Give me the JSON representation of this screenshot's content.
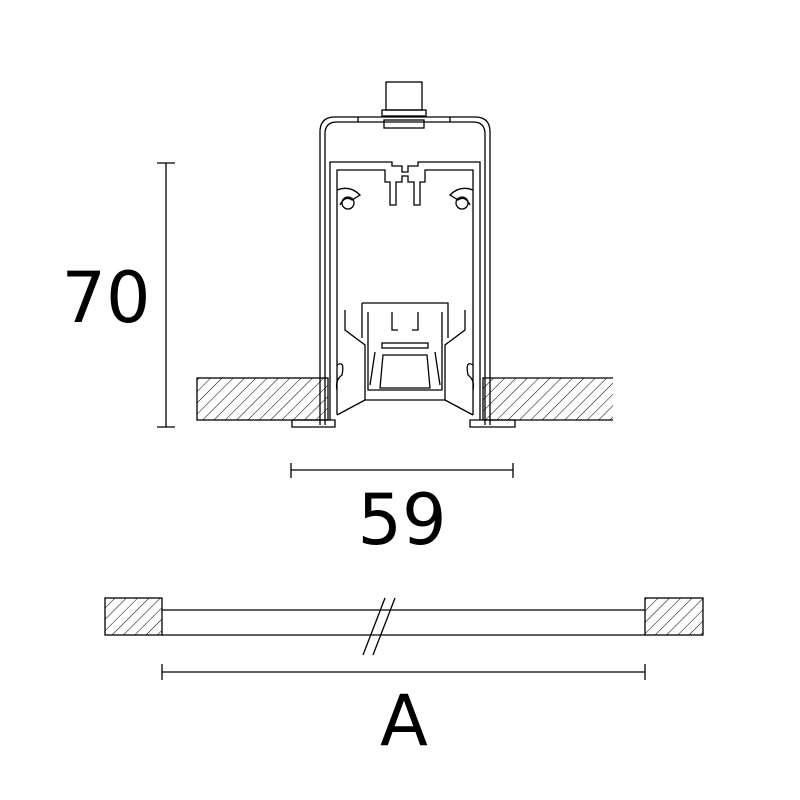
{
  "drawing": {
    "height_dimension": "70",
    "width_dimension": "59",
    "length_dimension": "A"
  },
  "colors": {
    "line": "#000000",
    "background": "#ffffff"
  }
}
